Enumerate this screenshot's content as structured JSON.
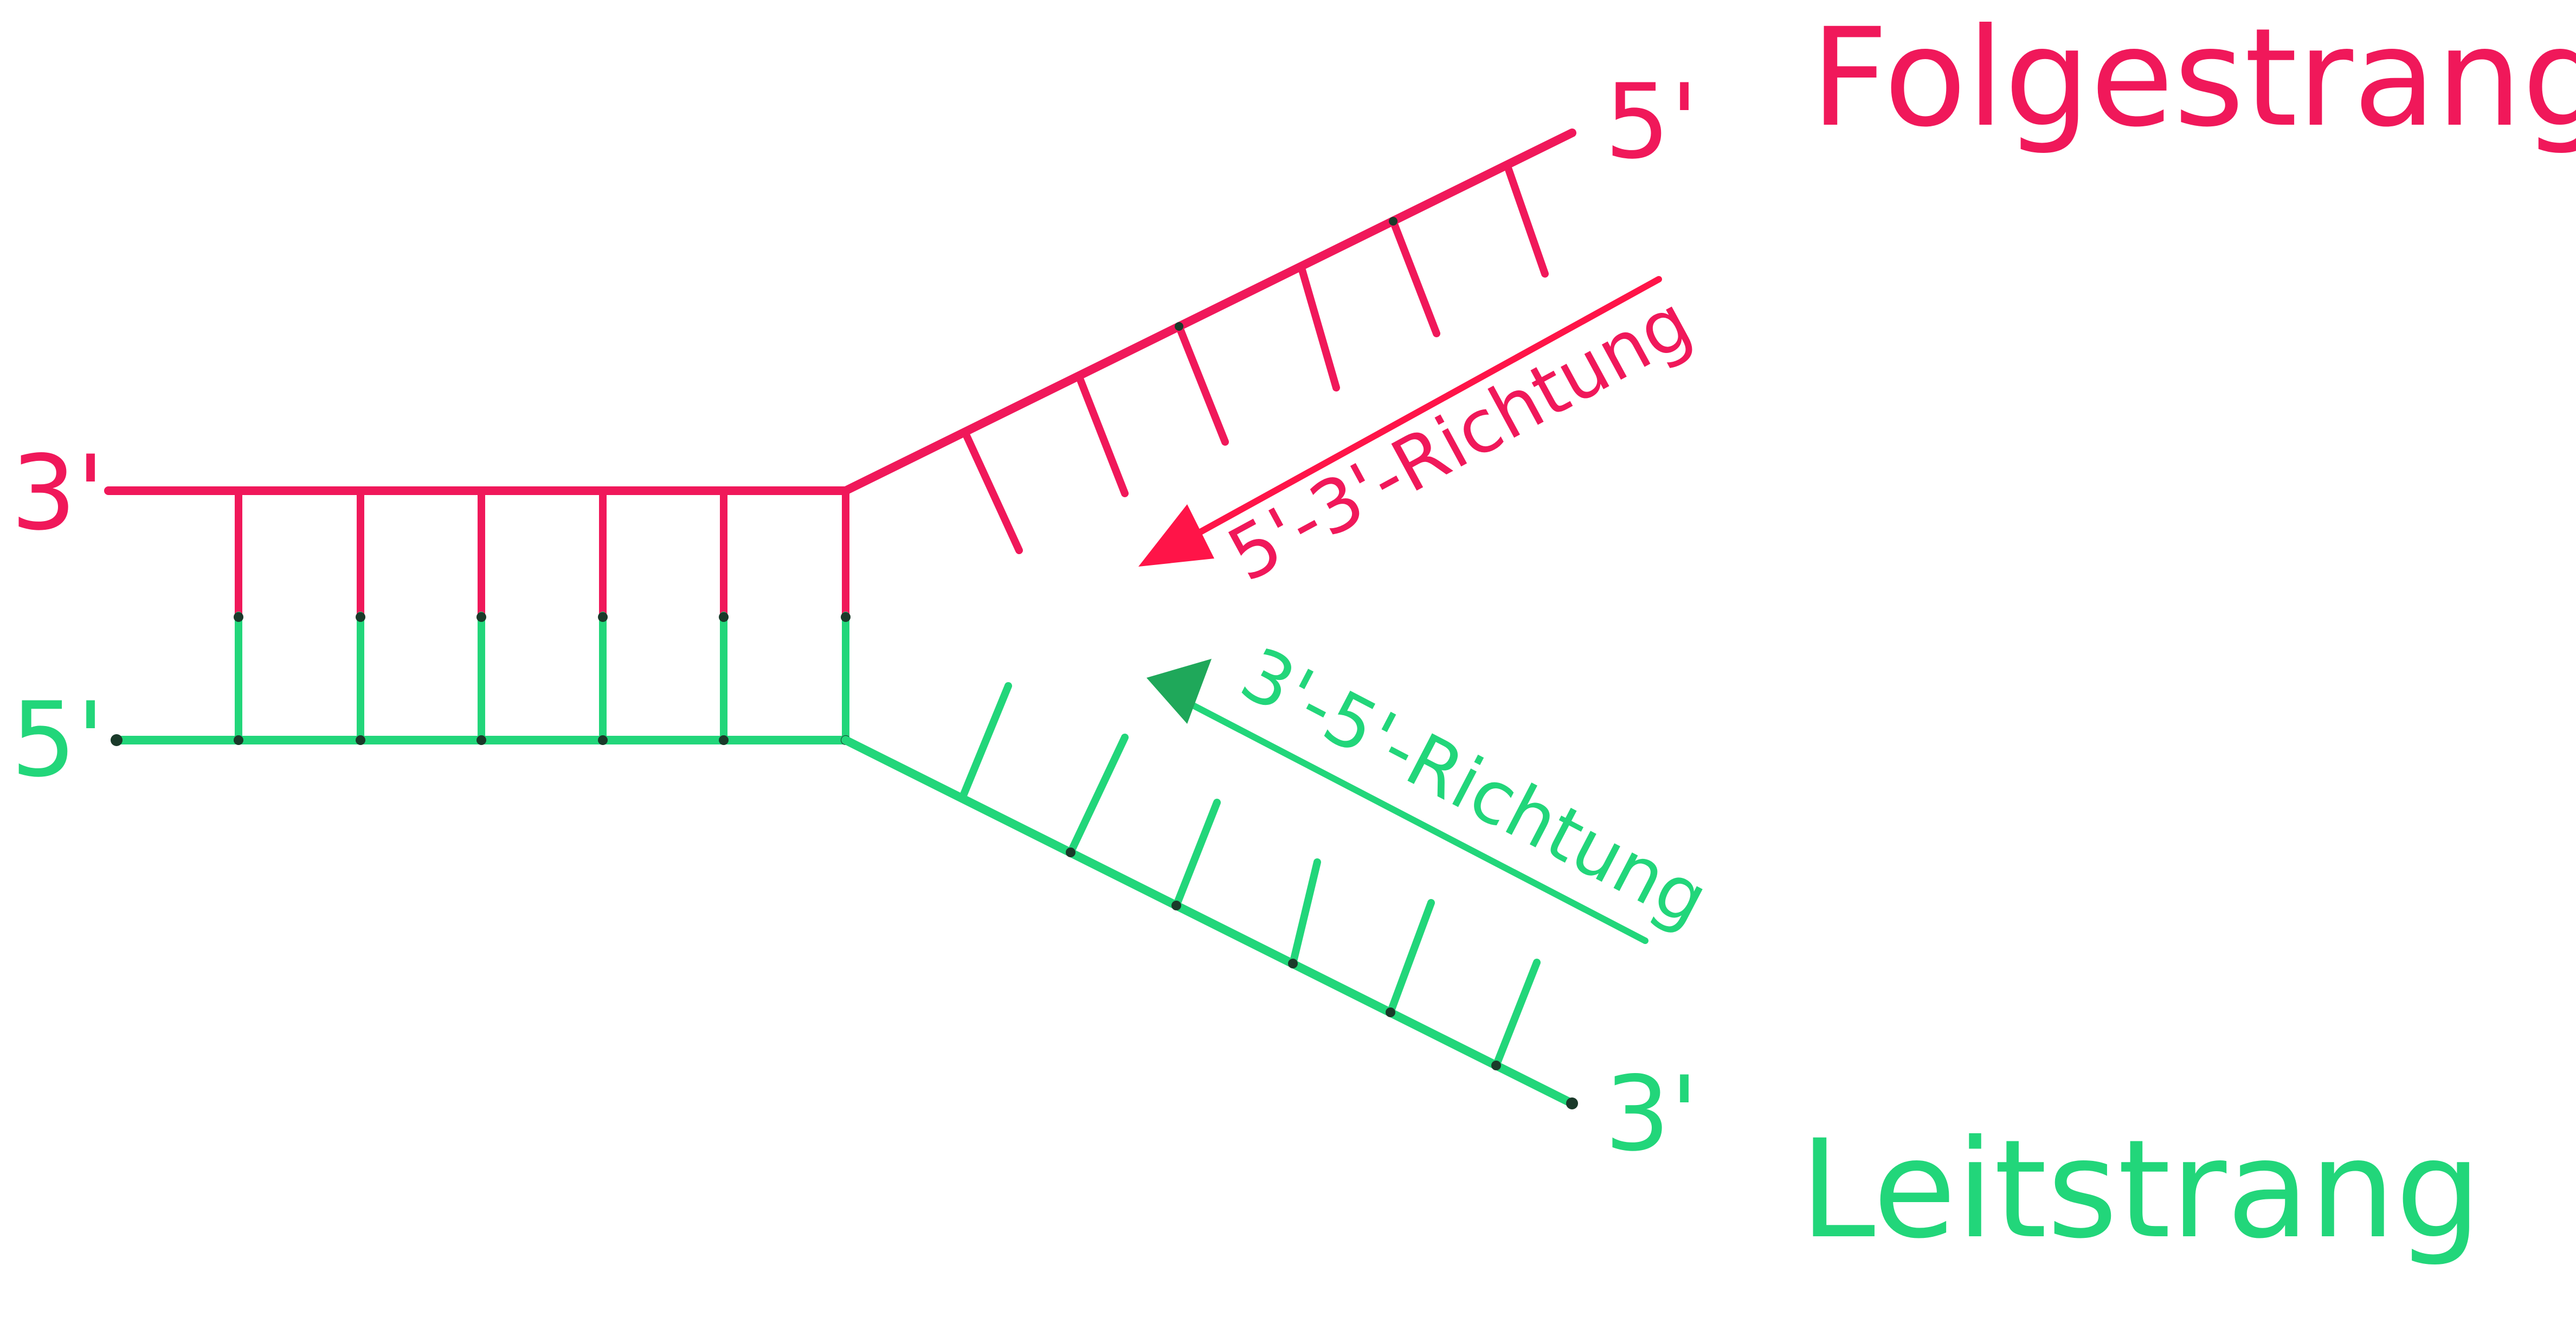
{
  "colors": {
    "folgestrang": "#f0185a",
    "leitstrang": "#22d67a",
    "arrow_pink": "#ff1448",
    "arrow_green": "#1fa85a",
    "background": "#ffffff"
  },
  "labels": {
    "folgestrang": "Folgestrang",
    "leitstrang": "Leitstrang",
    "top_left_end": "3'",
    "bottom_left_end": "5'",
    "top_right_end": "5'",
    "bottom_right_end": "3'",
    "pink_direction": "5'-3'-Richtung",
    "green_direction": "3'-5'-Richtung"
  }
}
